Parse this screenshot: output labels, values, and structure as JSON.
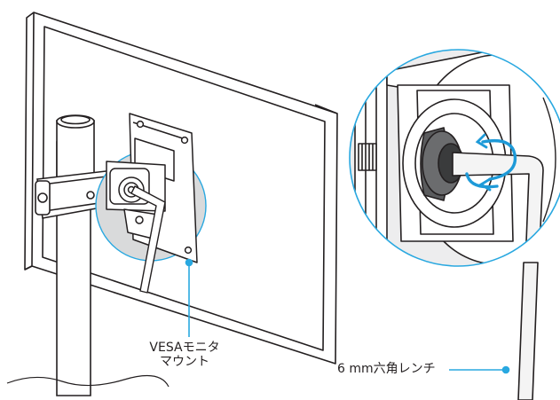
{
  "labels": {
    "vesa_line1": "VESAモニタ",
    "vesa_line2": "マウント",
    "wrench": "6 mm六角レンチ"
  },
  "colors": {
    "outline": "#231f20",
    "highlight_fill": "#d9dadb",
    "callout_ring": "#29a8e0",
    "rotation_arrow": "#1e9ad8",
    "background": "#ffffff"
  },
  "icons": {
    "rotation_arrow": "rotation-arrow-icon",
    "callout_dot": "callout-dot-icon"
  }
}
